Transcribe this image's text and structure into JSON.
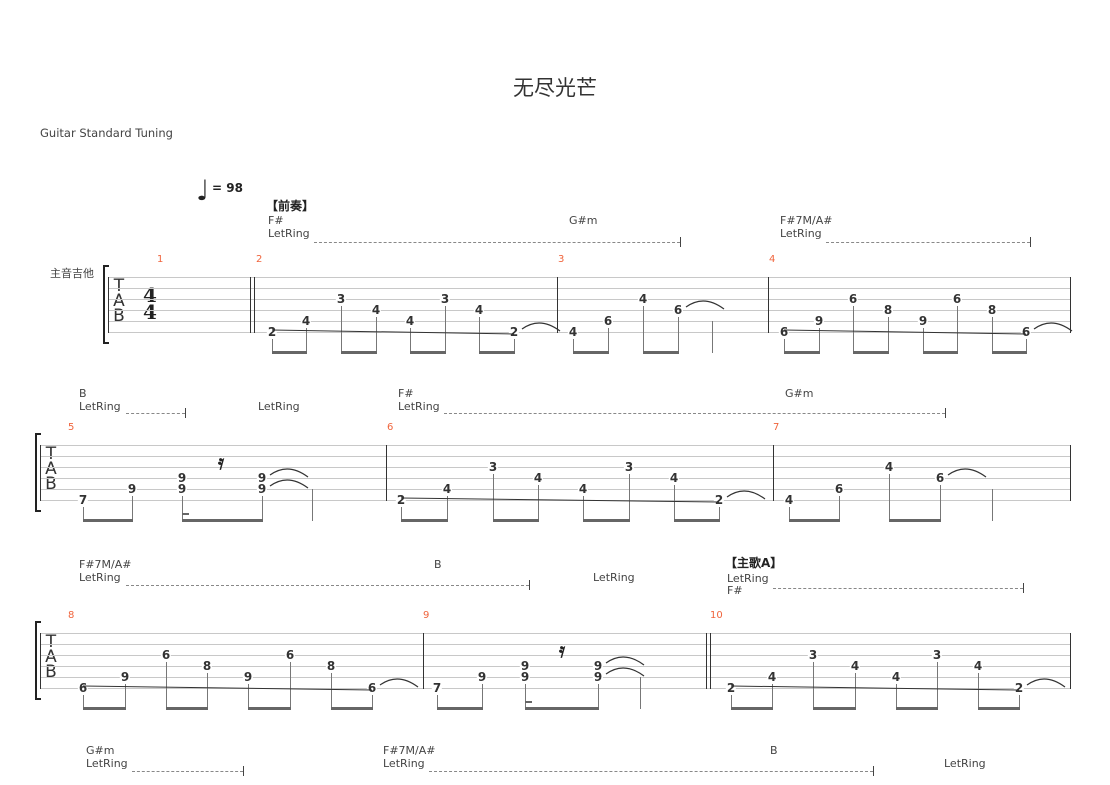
{
  "title": "无尽光芒",
  "tuning": "Guitar Standard Tuning",
  "tempo": {
    "symbol": "♩",
    "value": "= 98"
  },
  "track_name": "主音吉他",
  "tab_clef": [
    "T",
    "A",
    "B"
  ],
  "time_signature": [
    "4",
    "4"
  ],
  "sections": {
    "intro": "【前奏】",
    "verse_a": "【主歌A】"
  },
  "annotations": {
    "s1": {
      "c1": "F#",
      "lr1": "LetRing",
      "c2": "G#m",
      "c3": "F#7M/A#",
      "lr3": "LetRing"
    },
    "s2": {
      "c1": "B",
      "lr1": "LetRing",
      "lr2": "LetRing",
      "c3": "F#",
      "lr3": "LetRing",
      "c4": "G#m"
    },
    "s3": {
      "c1": "F#7M/A#",
      "lr1": "LetRing",
      "c2": "B",
      "lr2": "LetRing",
      "lr3": "LetRing",
      "c3": "F#"
    },
    "s4": {
      "c1": "G#m",
      "lr1": "LetRing",
      "c2": "F#7M/A#",
      "lr2": "LetRing",
      "c3": "B",
      "lr3": "LetRing"
    }
  },
  "colors": {
    "measure_number": "#f0643c",
    "staff": "#c8c8c8"
  },
  "measures": [
    {
      "number": "1",
      "events": []
    },
    {
      "number": "2",
      "events": [
        {
          "n": [
            [
              6,
              "2"
            ]
          ]
        },
        {
          "n": [
            [
              5,
              "4"
            ]
          ]
        },
        {
          "n": [
            [
              3,
              "3"
            ]
          ]
        },
        {
          "n": [
            [
              4,
              "4"
            ]
          ]
        },
        {
          "n": [
            [
              5,
              "4"
            ]
          ]
        },
        {
          "n": [
            [
              3,
              "3"
            ]
          ]
        },
        {
          "n": [
            [
              4,
              "4"
            ]
          ]
        },
        {
          "n": [
            [
              6,
              "2"
            ]
          ],
          "tie": true
        }
      ],
      "beams": [
        [
          0,
          1
        ],
        [
          2,
          3
        ],
        [
          4,
          5
        ],
        [
          6,
          7
        ]
      ],
      "slide": [
        0,
        7
      ]
    },
    {
      "number": "3",
      "events": [
        {
          "n": [
            [
              6,
              "4"
            ]
          ]
        },
        {
          "n": [
            [
              5,
              "6"
            ]
          ]
        },
        {
          "n": [
            [
              3,
              "4"
            ]
          ]
        },
        {
          "n": [
            [
              4,
              "6"
            ]
          ],
          "tie": true
        },
        {
          "stem": true
        }
      ],
      "beams": [
        [
          0,
          1
        ],
        [
          2,
          3
        ]
      ]
    },
    {
      "number": "4",
      "events": [
        {
          "n": [
            [
              6,
              "6"
            ]
          ]
        },
        {
          "n": [
            [
              5,
              "9"
            ]
          ]
        },
        {
          "n": [
            [
              3,
              "6"
            ]
          ]
        },
        {
          "n": [
            [
              4,
              "8"
            ]
          ]
        },
        {
          "n": [
            [
              5,
              "9"
            ]
          ]
        },
        {
          "n": [
            [
              3,
              "6"
            ]
          ]
        },
        {
          "n": [
            [
              4,
              "8"
            ]
          ]
        },
        {
          "n": [
            [
              6,
              "6"
            ]
          ],
          "tie": true
        }
      ],
      "beams": [
        [
          0,
          1
        ],
        [
          2,
          3
        ],
        [
          4,
          5
        ],
        [
          6,
          7
        ]
      ],
      "slide": [
        0,
        7
      ]
    },
    {
      "number": "5",
      "events": [
        {
          "n": [
            [
              6,
              "7"
            ]
          ]
        },
        {
          "n": [
            [
              5,
              "9"
            ]
          ]
        },
        {
          "n": [
            [
              4,
              "9"
            ],
            [
              5,
              "9"
            ]
          ]
        },
        {
          "rest": true
        },
        {
          "n": [
            [
              4,
              "9"
            ],
            [
              5,
              "9"
            ]
          ],
          "tie": true
        },
        {
          "stem": true
        }
      ],
      "beams": [
        [
          0,
          1
        ],
        [
          2,
          4
        ]
      ],
      "sixteenth": 2
    },
    {
      "number": "6",
      "events": [
        {
          "n": [
            [
              6,
              "2"
            ]
          ]
        },
        {
          "n": [
            [
              5,
              "4"
            ]
          ]
        },
        {
          "n": [
            [
              3,
              "3"
            ]
          ]
        },
        {
          "n": [
            [
              4,
              "4"
            ]
          ]
        },
        {
          "n": [
            [
              5,
              "4"
            ]
          ]
        },
        {
          "n": [
            [
              3,
              "3"
            ]
          ]
        },
        {
          "n": [
            [
              4,
              "4"
            ]
          ]
        },
        {
          "n": [
            [
              6,
              "2"
            ]
          ],
          "tie": true
        }
      ],
      "beams": [
        [
          0,
          1
        ],
        [
          2,
          3
        ],
        [
          4,
          5
        ],
        [
          6,
          7
        ]
      ],
      "slide": [
        0,
        7
      ]
    },
    {
      "number": "7",
      "events": [
        {
          "n": [
            [
              6,
              "4"
            ]
          ]
        },
        {
          "n": [
            [
              5,
              "6"
            ]
          ]
        },
        {
          "n": [
            [
              3,
              "4"
            ]
          ]
        },
        {
          "n": [
            [
              4,
              "6"
            ]
          ],
          "tie": true
        },
        {
          "stem": true
        }
      ],
      "beams": [
        [
          0,
          1
        ],
        [
          2,
          3
        ]
      ]
    },
    {
      "number": "8",
      "events": [
        {
          "n": [
            [
              6,
              "6"
            ]
          ]
        },
        {
          "n": [
            [
              5,
              "9"
            ]
          ]
        },
        {
          "n": [
            [
              3,
              "6"
            ]
          ]
        },
        {
          "n": [
            [
              4,
              "8"
            ]
          ]
        },
        {
          "n": [
            [
              5,
              "9"
            ]
          ]
        },
        {
          "n": [
            [
              3,
              "6"
            ]
          ]
        },
        {
          "n": [
            [
              4,
              "8"
            ]
          ]
        },
        {
          "n": [
            [
              6,
              "6"
            ]
          ],
          "tie": true
        }
      ],
      "beams": [
        [
          0,
          1
        ],
        [
          2,
          3
        ],
        [
          4,
          5
        ],
        [
          6,
          7
        ]
      ],
      "slide": [
        0,
        7
      ]
    },
    {
      "number": "9",
      "events": [
        {
          "n": [
            [
              6,
              "7"
            ]
          ]
        },
        {
          "n": [
            [
              5,
              "9"
            ]
          ]
        },
        {
          "n": [
            [
              4,
              "9"
            ],
            [
              5,
              "9"
            ]
          ]
        },
        {
          "rest": true
        },
        {
          "n": [
            [
              4,
              "9"
            ],
            [
              5,
              "9"
            ]
          ],
          "tie": true
        },
        {
          "stem": true
        }
      ],
      "beams": [
        [
          0,
          1
        ],
        [
          2,
          4
        ]
      ],
      "sixteenth": 2
    },
    {
      "number": "10",
      "events": [
        {
          "n": [
            [
              6,
              "2"
            ]
          ]
        },
        {
          "n": [
            [
              5,
              "4"
            ]
          ]
        },
        {
          "n": [
            [
              3,
              "3"
            ]
          ]
        },
        {
          "n": [
            [
              4,
              "4"
            ]
          ]
        },
        {
          "n": [
            [
              5,
              "4"
            ]
          ]
        },
        {
          "n": [
            [
              3,
              "3"
            ]
          ]
        },
        {
          "n": [
            [
              4,
              "4"
            ]
          ]
        },
        {
          "n": [
            [
              6,
              "2"
            ]
          ],
          "tie": true
        }
      ],
      "beams": [
        [
          0,
          1
        ],
        [
          2,
          3
        ],
        [
          4,
          5
        ],
        [
          6,
          7
        ]
      ],
      "slide": [
        0,
        7
      ]
    }
  ]
}
